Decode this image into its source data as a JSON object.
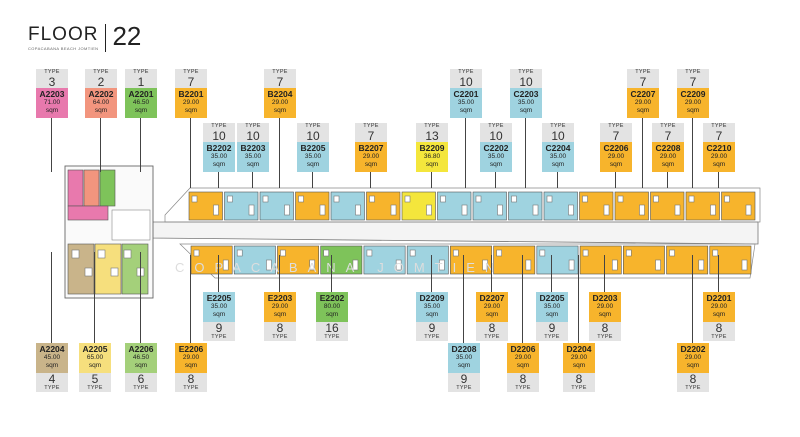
{
  "header": {
    "title": "FLOOR",
    "floor_number": "22",
    "subtitle": "COPACABANA BEACH JOMTIEN"
  },
  "legend_words": {
    "type_label": "TYPE",
    "area_unit": "sqm"
  },
  "colors": {
    "type1": "#7ec35a",
    "type2": "#f2957e",
    "type3": "#e879ad",
    "type4": "#c9b48a",
    "type5": "#f6df7d",
    "type6": "#a4d07a",
    "type7": "#f7b42c",
    "type8": "#f7b42c",
    "type9": "#9fd3e0",
    "type10": "#9fd3e0",
    "type13": "#f4e63c",
    "type16": "#7ec35a",
    "tag_gray": "#e3e3e3"
  },
  "units_top": [
    {
      "code": "A2203",
      "type": "3",
      "area": "71.00"
    },
    {
      "code": "A2202",
      "type": "2",
      "area": "64.00"
    },
    {
      "code": "A2201",
      "type": "1",
      "area": "46.50"
    },
    {
      "code": "B2201",
      "type": "7",
      "area": "29.00"
    },
    {
      "code": "B2202",
      "type": "10",
      "area": "35.00"
    },
    {
      "code": "B2203",
      "type": "10",
      "area": "35.00"
    },
    {
      "code": "B2204",
      "type": "7",
      "area": "29.00"
    },
    {
      "code": "B2205",
      "type": "10",
      "area": "35.00"
    },
    {
      "code": "B2207",
      "type": "7",
      "area": "29.00"
    },
    {
      "code": "B2209",
      "type": "13",
      "area": "36.80"
    },
    {
      "code": "C2201",
      "type": "10",
      "area": "35.00"
    },
    {
      "code": "C2202",
      "type": "10",
      "area": "35.00"
    },
    {
      "code": "C2203",
      "type": "10",
      "area": "35.00"
    },
    {
      "code": "C2204",
      "type": "10",
      "area": "35.00"
    },
    {
      "code": "C2206",
      "type": "7",
      "area": "29.00"
    },
    {
      "code": "C2207",
      "type": "7",
      "area": "29.00"
    },
    {
      "code": "C2208",
      "type": "7",
      "area": "29.00"
    },
    {
      "code": "C2209",
      "type": "7",
      "area": "29.00"
    },
    {
      "code": "C2210",
      "type": "7",
      "area": "29.00"
    }
  ],
  "units_bottom": [
    {
      "code": "A2204",
      "type": "4",
      "area": "45.00"
    },
    {
      "code": "A2205",
      "type": "5",
      "area": "65.00"
    },
    {
      "code": "A2206",
      "type": "6",
      "area": "46.50"
    },
    {
      "code": "E2206",
      "type": "8",
      "area": "29.00"
    },
    {
      "code": "E2205",
      "type": "9",
      "area": "35.00"
    },
    {
      "code": "E2203",
      "type": "8",
      "area": "29.00"
    },
    {
      "code": "E2202",
      "type": "16",
      "area": "80.00"
    },
    {
      "code": "D2209",
      "type": "9",
      "area": "35.00"
    },
    {
      "code": "D2208",
      "type": "9",
      "area": "35.00"
    },
    {
      "code": "D2207",
      "type": "8",
      "area": "29.00"
    },
    {
      "code": "D2206",
      "type": "8",
      "area": "29.00"
    },
    {
      "code": "D2205",
      "type": "9",
      "area": "35.00"
    },
    {
      "code": "D2204",
      "type": "8",
      "area": "29.00"
    },
    {
      "code": "D2203",
      "type": "8",
      "area": "29.00"
    },
    {
      "code": "D2202",
      "type": "8",
      "area": "29.00"
    },
    {
      "code": "D2201",
      "type": "8",
      "area": "29.00"
    }
  ]
}
